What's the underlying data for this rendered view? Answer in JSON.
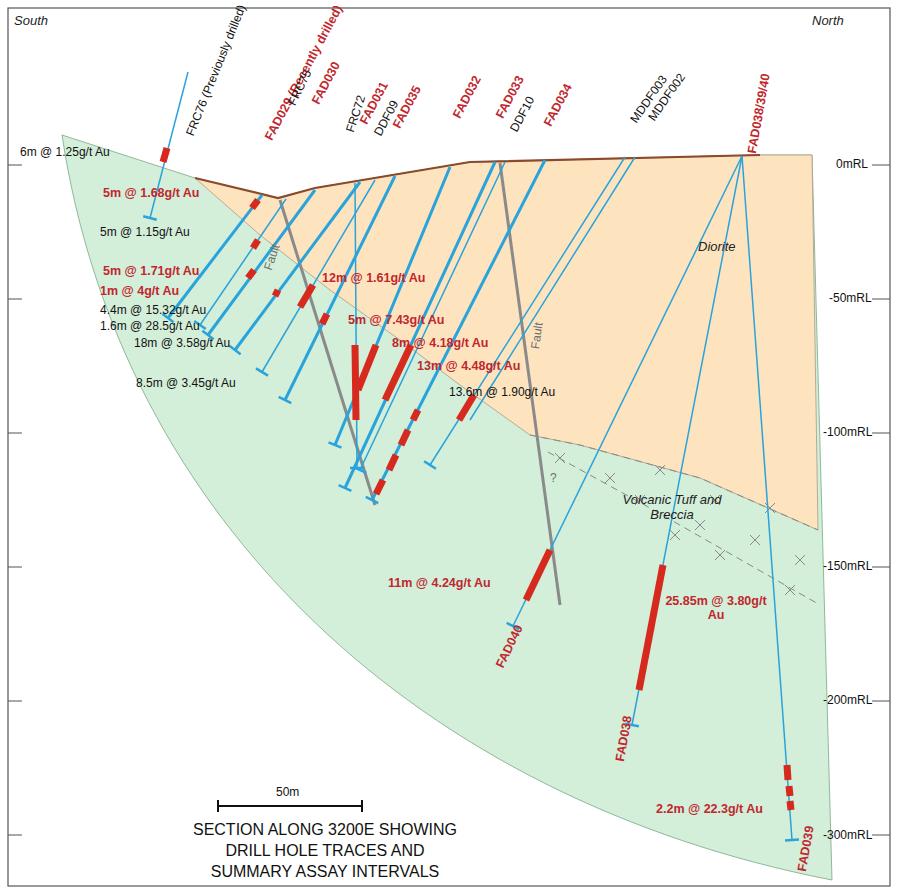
{
  "diagram": {
    "title": "SECTION ALONG 3200E SHOWING DRILL HOLE TRACES AND SUMMARY ASSAY INTERVALS",
    "labels": [
      "South",
      "North",
      "FRC76 (Previously drilled)",
      "FAD029 (Recently drilled)",
      "FRC75",
      "FAD030",
      "FRC72",
      "FAD031",
      "DDF09",
      "FAD035",
      "FAD032",
      "FAD033",
      "DDF10",
      "FAD034",
      "MDDF003",
      "MDDF002",
      "FAD038/39/40",
      "0mRL",
      "-50mRL",
      "-100mRL",
      "-150mRL",
      "-200mRL",
      "-300mRL",
      "6m @ 1.25g/t Au",
      "5m @ 1.68g/t Au",
      "5m @ 1.15g/t Au",
      "5m @ 1.71g/t Au",
      "1m @ 4g/t Au",
      "12m @ 1.61g/t Au",
      "4.4m @ 15.32g/t Au",
      "1.6m @ 28.5g/t Au",
      "5m @ 7.43g/t Au",
      "18m @ 3.58g/t Au",
      "8m @ 4.18g/t Au",
      "13m @ 4.48g/t Au",
      "8.5m @ 3.45g/t Au",
      "13.6m @ 1.90g/t Au",
      "Fault",
      "Fault",
      "?",
      "Diorite",
      "Volcanic Tuff and Breccia",
      "11m @ 4.24g/t Au",
      "FAD040",
      "25.85m @ 3.80g/t Au",
      "FAD038",
      "2.2m @ 22.3g/t Au",
      "FAD039",
      "50m"
    ]
  }
}
